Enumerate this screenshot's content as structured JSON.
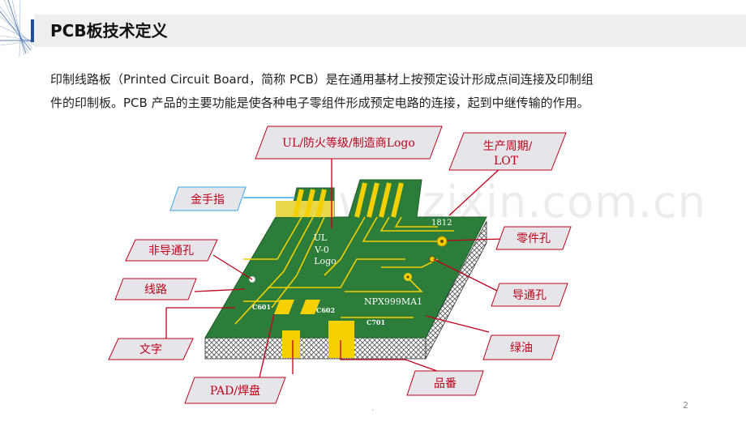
{
  "slide": {
    "title": "PCB板技术定义",
    "paragraph_line1": "印制线路板（Printed Circuit Board，简称 PCB）是在通用基材上按预定设计形成点间连接及印制组",
    "paragraph_line2": "件的印制板。PCB 产品的主要功能是使各种电子零组件形成预定电路的连接，起到中继传输的作用。",
    "page_number": "2",
    "footer_dot": ".",
    "watermark": "www.zixin.com.cn"
  },
  "labels": {
    "ul_logo": "UL/防火等级/制造商Logo",
    "date_lot_line1": "生产周期/",
    "date_lot_line2": "LOT",
    "gold_finger": "金手指",
    "non_plated_hole": "非导通孔",
    "trace": "线路",
    "text": "文字",
    "pad": "PAD/焊盘",
    "part_number": "品番",
    "solder_mask": "绿油",
    "via": "导通孔",
    "component_hole": "零件孔"
  },
  "board_text": {
    "ul_line1": "UL",
    "ul_line2": "V-0",
    "ul_line3": "Logo",
    "code_1812": "1812",
    "c601": "C601",
    "c602": "C602",
    "c701": "C701",
    "npx": "NPX999MA1"
  },
  "colors": {
    "board_green": "#2d7d3a",
    "gold": "#f5d000",
    "label_fill": "#e6e6ea",
    "label_text": "#c0001a",
    "leader_red": "#c0001a",
    "leader_blue": "#3aa8e0"
  }
}
